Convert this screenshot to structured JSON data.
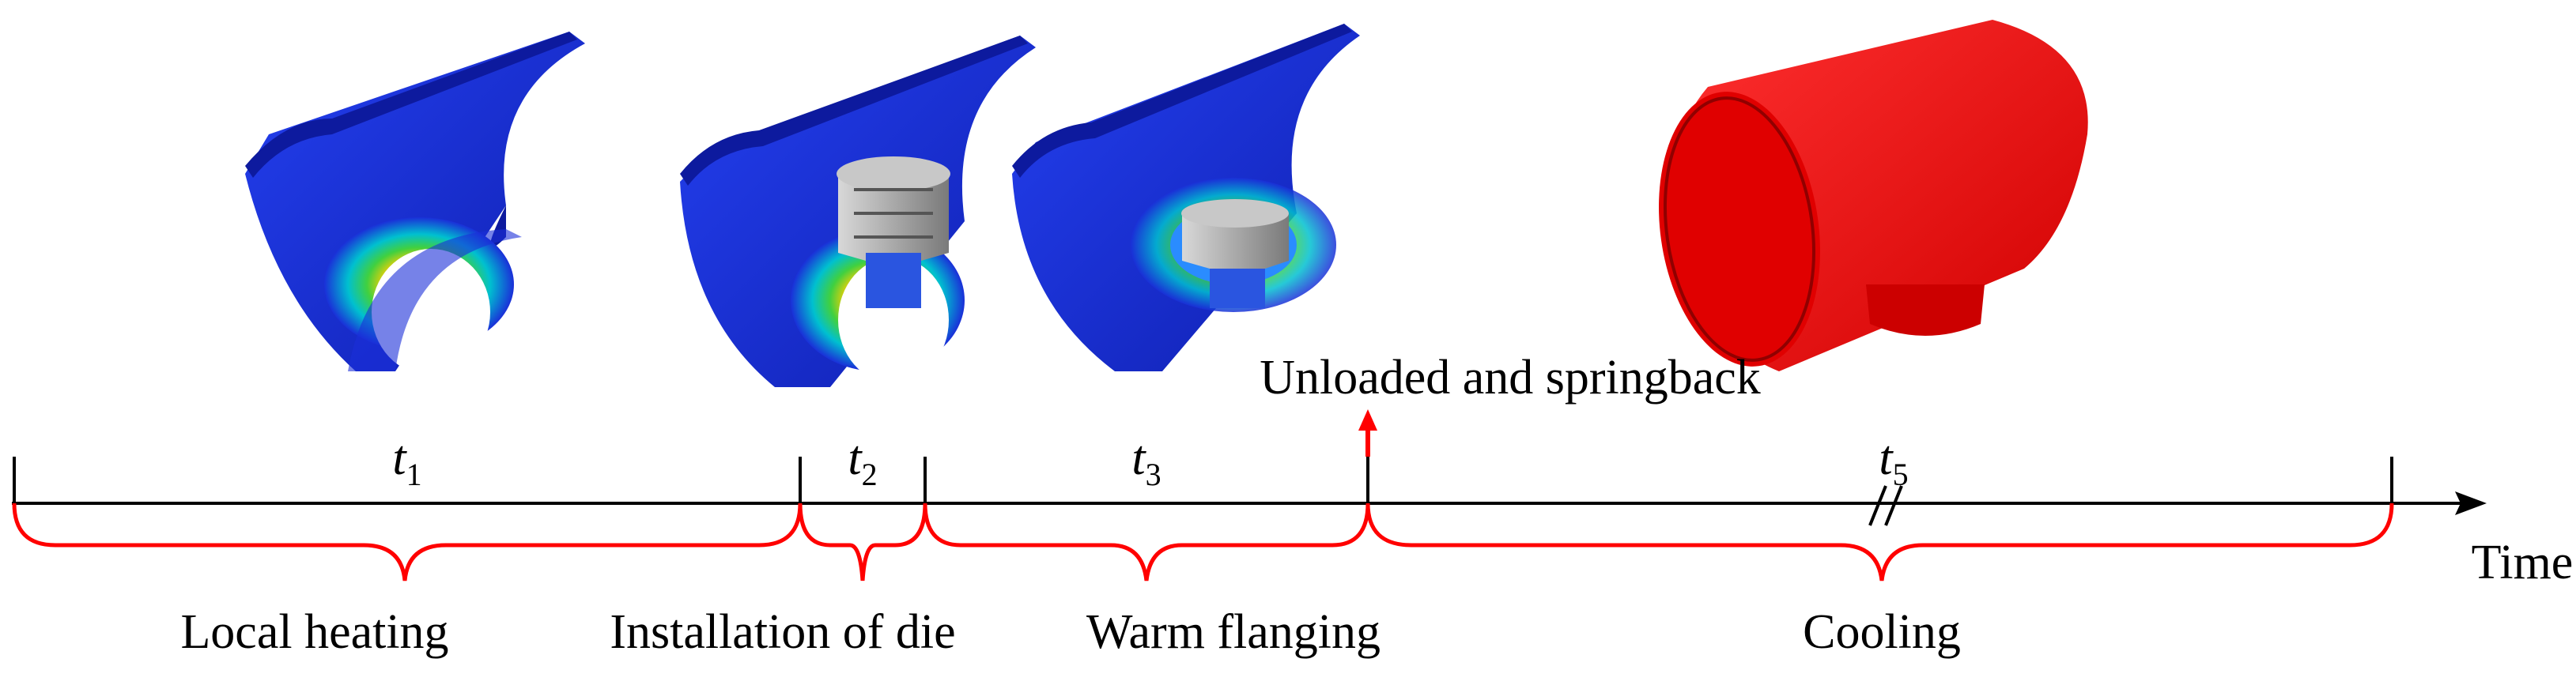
{
  "timeline": {
    "interval_labels": [
      {
        "var": "t",
        "sub": "1"
      },
      {
        "var": "t",
        "sub": "2"
      },
      {
        "var": "t",
        "sub": "3"
      },
      {
        "var": "t",
        "sub": "5"
      }
    ],
    "axis_label": "Time",
    "event_label": "Unloaded and springback",
    "stages": [
      "Local heating",
      "Installation of die",
      "Warm flanging",
      "Cooling"
    ]
  },
  "colors": {
    "axis": "#000000",
    "brace": "#ff0000",
    "event_arrow": "#ff0000",
    "shell_blue": "#1a2fd8",
    "shell_dark": "#0d1a9e",
    "hot_red": "#ff1010",
    "die_gray": "#a9a9a9"
  },
  "illustrations": [
    "heated-pipe-icon",
    "pipe-with-die-icon",
    "flanging-pipe-icon",
    "cooled-tee-pipe-icon"
  ]
}
